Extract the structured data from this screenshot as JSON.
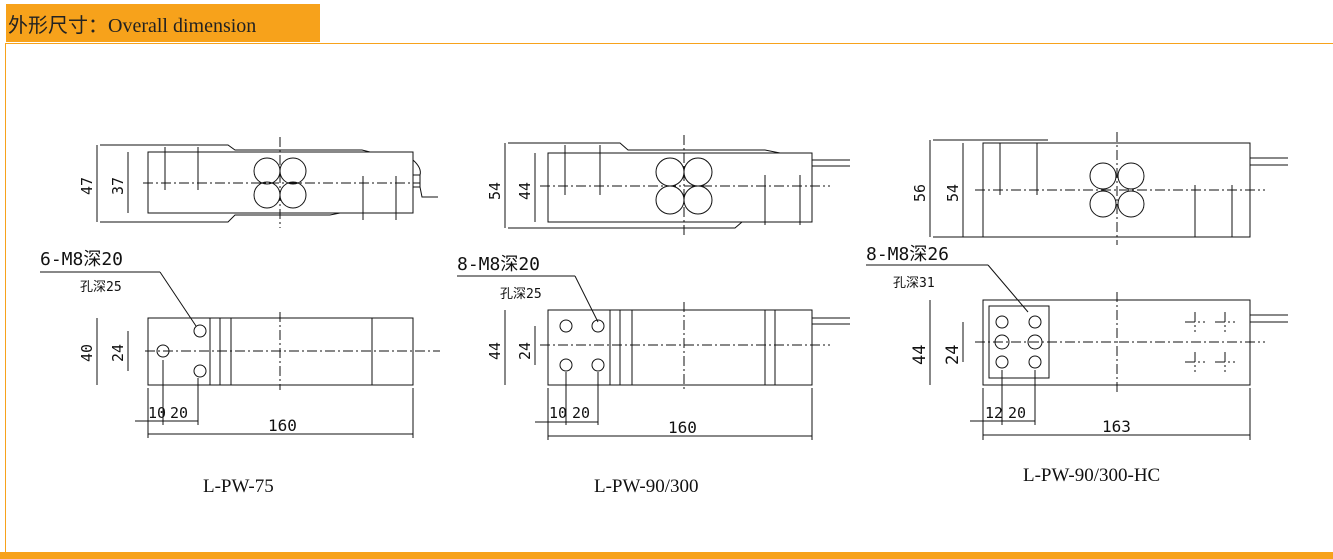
{
  "header": {
    "title": "外形尺寸：Overall dimension"
  },
  "accent_color": "#f7a21b",
  "drawings": [
    {
      "model": "L-PW-75",
      "height_outer": "47",
      "height_inner": "37",
      "callout": "6-M8深20",
      "callout_sub": "孔深25",
      "side_height": "40",
      "hole_spacing": "24",
      "offset_a": "10",
      "offset_b": "20",
      "length": "160"
    },
    {
      "model": "L-PW-90/300",
      "height_outer": "54",
      "height_inner": "44",
      "callout": "8-M8深20",
      "callout_sub": "孔深25",
      "side_height": "44",
      "hole_spacing": "24",
      "offset_a": "10",
      "offset_b": "20",
      "length": "160"
    },
    {
      "model": "L-PW-90/300-HC",
      "height_outer": "56",
      "height_inner": "54",
      "callout": "8-M8深26",
      "callout_sub": "孔深31",
      "side_height": "44",
      "hole_spacing": "24",
      "offset_a": "12",
      "offset_b": "20",
      "length": "163"
    }
  ]
}
